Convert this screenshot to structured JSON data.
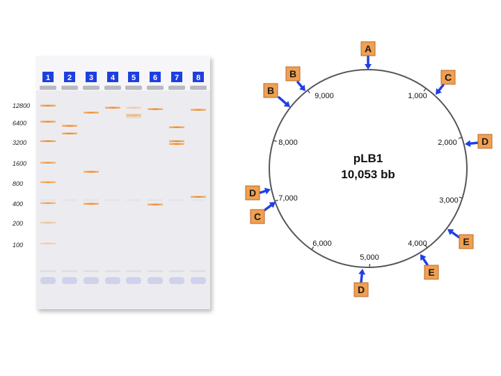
{
  "gel": {
    "lanes": [
      "1",
      "2",
      "3",
      "4",
      "5",
      "6",
      "7",
      "8"
    ],
    "ladder_labels": [
      "12800",
      "6400",
      "3200",
      "1600",
      "800",
      "400",
      "200",
      "100"
    ],
    "colors": {
      "band": "#f5a24a",
      "lane_badge": "#1e3fe0",
      "gel_bg": "#ececf0",
      "dye_front": "#c5c8ea"
    }
  },
  "plasmid": {
    "name": "pLB1",
    "size_label": "10,053 bb",
    "coordinate_labels": [
      "1,000",
      "2,000",
      "3,000",
      "4,000",
      "5,000",
      "6,000",
      "7,000",
      "8,000",
      "9,000"
    ],
    "sites": [
      "A",
      "B",
      "B",
      "C",
      "C",
      "D",
      "D",
      "D",
      "E",
      "E"
    ],
    "colors": {
      "circle": "#555555",
      "arrow": "#1f3fe6",
      "site_box": "#f0a050",
      "site_box_border": "#b8682a"
    }
  }
}
